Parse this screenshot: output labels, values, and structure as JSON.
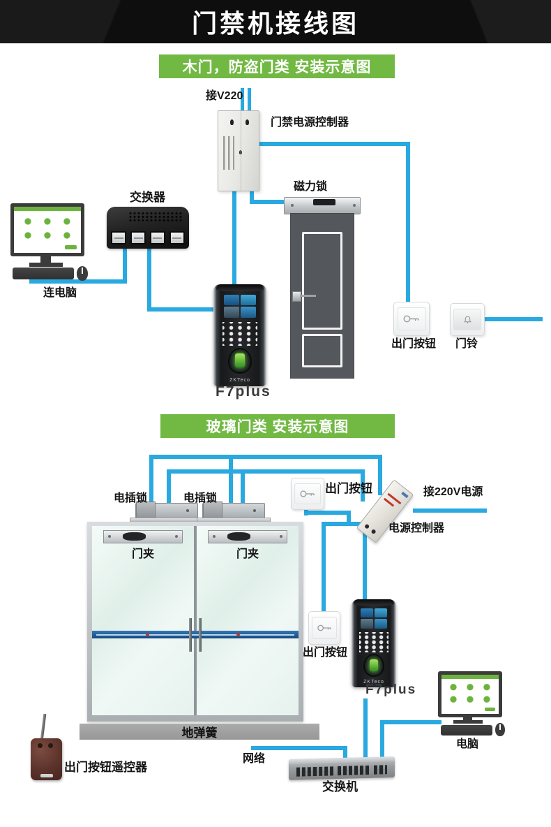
{
  "title": "门禁机接线图",
  "brand": "ZKTeco",
  "colors": {
    "wire": "#29a9e0",
    "green": "#72b944",
    "title_bg": "#0e0e0e"
  },
  "section1": {
    "banner": "木门，防盗门类 安装示意图",
    "power_in": "接V220",
    "controller": "门禁电源控制器",
    "switch": "交换器",
    "maglock": "磁力锁",
    "computer": "连电脑",
    "reader": "F7plus",
    "exit_button": "出门按钮",
    "doorbell": "门铃"
  },
  "section2": {
    "banner": "玻璃门类 安装示意图",
    "bolt_lock_left": "电插锁",
    "bolt_lock_right": "电插锁",
    "exit_button_top": "出门按钮",
    "power_in": "接220V电源",
    "controller": "电源控制器",
    "door_clamp_left": "门夹",
    "door_clamp_right": "门夹",
    "exit_button_door": "出门按钮",
    "reader": "F7plus",
    "computer": "电脑",
    "floor_spring": "地弹簧",
    "remote": "出门按钮遥控器",
    "network": "网络",
    "switch": "交换机"
  }
}
